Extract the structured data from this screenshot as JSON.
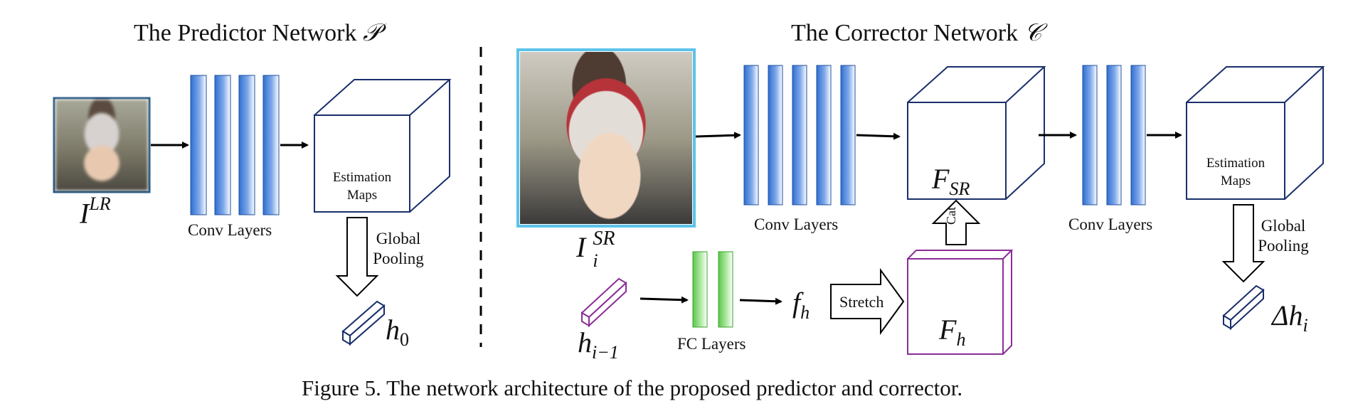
{
  "predictor": {
    "title": "The Predictor Network",
    "title_symbol": "𝒫",
    "input_label_base": "I",
    "input_label_sup": "LR",
    "conv_label": "Conv Layers",
    "map_label_line1": "Estimation",
    "map_label_line2": "Maps",
    "pool_label_line1": "Global",
    "pool_label_line2": "Pooling",
    "output_label_base": "h",
    "output_label_sub": "0"
  },
  "corrector": {
    "title": "The Corrector Network",
    "title_symbol": "𝒞",
    "input_label_base": "I",
    "input_label_sup": "SR",
    "input_label_sub": "i",
    "conv1_label": "Conv Layers",
    "feature_sr_base": "F",
    "feature_sr_sub": "SR",
    "cat_label": "Cat",
    "conv2_label": "Conv Layers",
    "map_label_line1": "Estimation",
    "map_label_line2": "Maps",
    "pool_label_line1": "Global",
    "pool_label_line2": "Pooling",
    "output_label_base": "Δh",
    "output_label_sub": "i",
    "kernel_label_base": "h",
    "kernel_label_sub": "i−1",
    "fc_label": "FC Layers",
    "fh_base": "f",
    "fh_sub": "h",
    "stretch_label": "Stretch",
    "feature_h_base": "F",
    "feature_h_sub": "h"
  },
  "caption": "Figure 5. The network architecture of the proposed predictor and corrector.",
  "colors": {
    "conv_blue": "#3d7fd6",
    "fc_green": "#6ccf5a",
    "cube_navy": "#1a2f6b",
    "kernel_purple": "#8a2f96",
    "image_frame_dark": "#2a5f8e",
    "image_frame_light": "#5cc3ea",
    "arrow": "#000000"
  },
  "icons": {
    "lr_image": "portrait-image-icon",
    "sr_image": "portrait-image-icon"
  }
}
